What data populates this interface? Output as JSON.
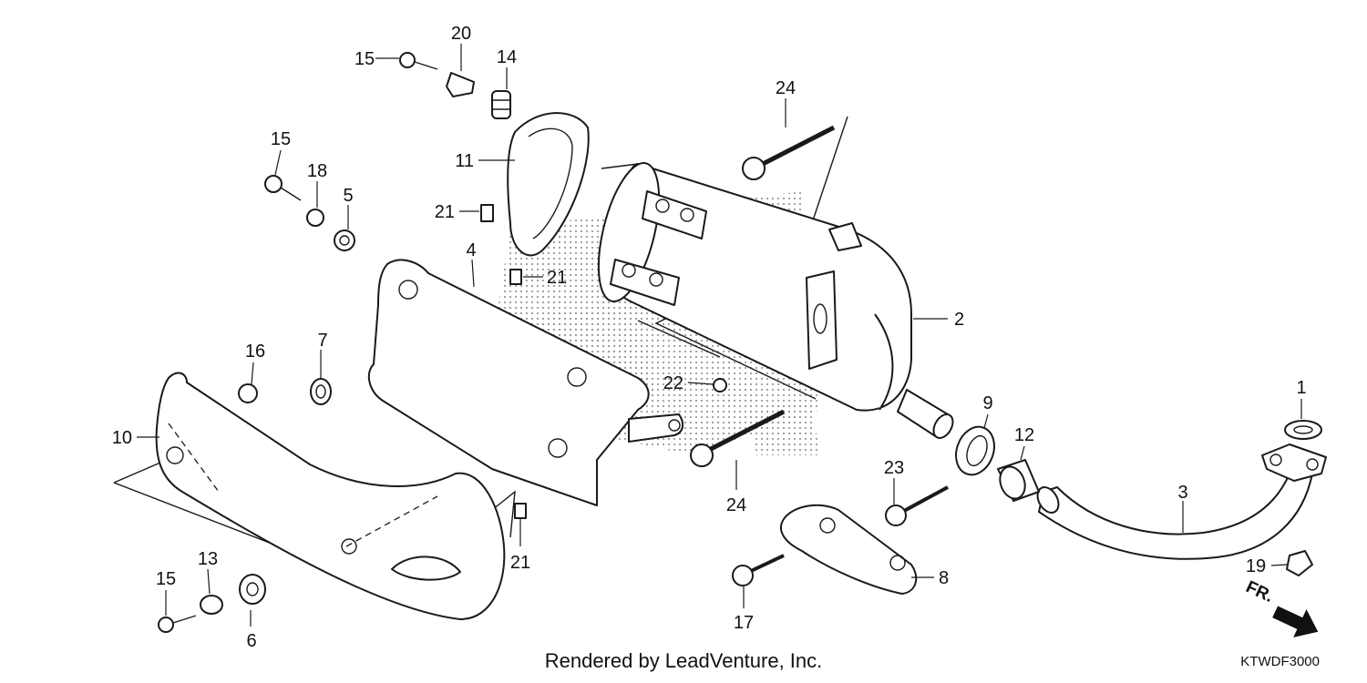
{
  "diagram": {
    "credit": "Rendered by LeadVenture, Inc.",
    "diagram_code": "KTWDF3000",
    "direction_label": "FR.",
    "colors": {
      "line": "#1a1a1a",
      "dots": "#9a9a9a",
      "background": "#ffffff"
    },
    "callouts": {
      "c1": "1",
      "c2": "2",
      "c3": "3",
      "c4": "4",
      "c5": "5",
      "c6": "6",
      "c7": "7",
      "c8": "8",
      "c9": "9",
      "c10": "10",
      "c11": "11",
      "c12": "12",
      "c13": "13",
      "c14": "14",
      "c15a": "15",
      "c15b": "15",
      "c15c": "15",
      "c16": "16",
      "c17": "17",
      "c18": "18",
      "c19": "19",
      "c20": "20",
      "c21a": "21",
      "c21b": "21",
      "c21c": "21",
      "c22": "22",
      "c23": "23",
      "c24a": "24",
      "c24b": "24"
    }
  }
}
